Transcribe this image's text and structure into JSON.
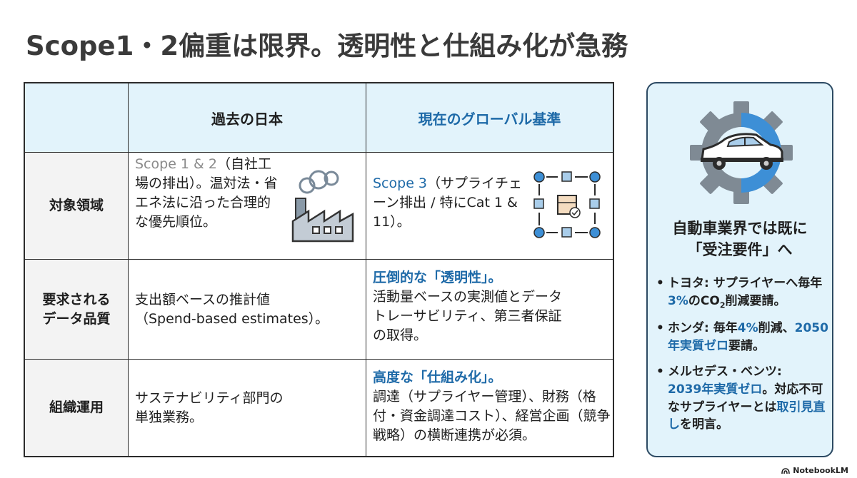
{
  "title": "Scope1・2偏重は限界。透明性と仕組み化が急務",
  "table": {
    "headers": {
      "past": "過去の日本",
      "now": "現在のグローバル基準"
    },
    "rows": [
      {
        "label": "対象領域",
        "past": {
          "gray": "Scope 1 & 2",
          "text": "（自社工場の排出）。温対法・省エネ法に沿った合理的な優先順位。"
        },
        "now": {
          "blue": "Scope 3",
          "text": "（サプライチェーン排出 / 特にCat 1 & 11）。"
        }
      },
      {
        "label": "要求されるデータ品質",
        "past": {
          "line1": "支出額ベースの推計値",
          "line2": "（Spend-based estimates）。"
        },
        "now": {
          "heading": "圧倒的な「透明性」。",
          "text": "活動量ベースの実測値とデータトレーサビリティ、第三者保証の取得。"
        }
      },
      {
        "label": "組織運用",
        "past": {
          "line1": "サステナビリティ部門の",
          "line2": "単独業務。"
        },
        "now": {
          "heading": "高度な「仕組み化」。",
          "text": "調達（サプライヤー管理）、財務（格付・資金調達コスト）、経営企画（競争戦略）の横断連携が必須。"
        }
      }
    ]
  },
  "panel": {
    "title_line1": "自動車業界では既に",
    "title_line2": "「受注要件」へ",
    "bullets": [
      {
        "name": "トヨタ:",
        "t1": " サプライヤーへ毎年",
        "b1": "3%",
        "t2": "のCO",
        "sub": "2",
        "t3": "削減要請。"
      },
      {
        "name": "ホンダ:",
        "t1": " 毎年",
        "b1": "4%",
        "t2": "削減、",
        "b2": "2050年実質ゼロ",
        "t3": "要請。"
      },
      {
        "name": "メルセデス・ベンツ:",
        "b1": "2039年実質ゼロ",
        "t2": "。対応不可なサプライヤーとは",
        "b2": "取引見直し",
        "t3": "を明言。"
      }
    ]
  },
  "brand": "NotebookLM",
  "colors": {
    "accent_blue": "#1e6aa8",
    "header_bg": "#e2f3fb",
    "row_header_bg": "#f3f3f3",
    "panel_border": "#2d4a63"
  },
  "icons": [
    "factory-icon",
    "supply-chain-icon",
    "gear-car-icon",
    "notebooklm-logo-icon"
  ]
}
